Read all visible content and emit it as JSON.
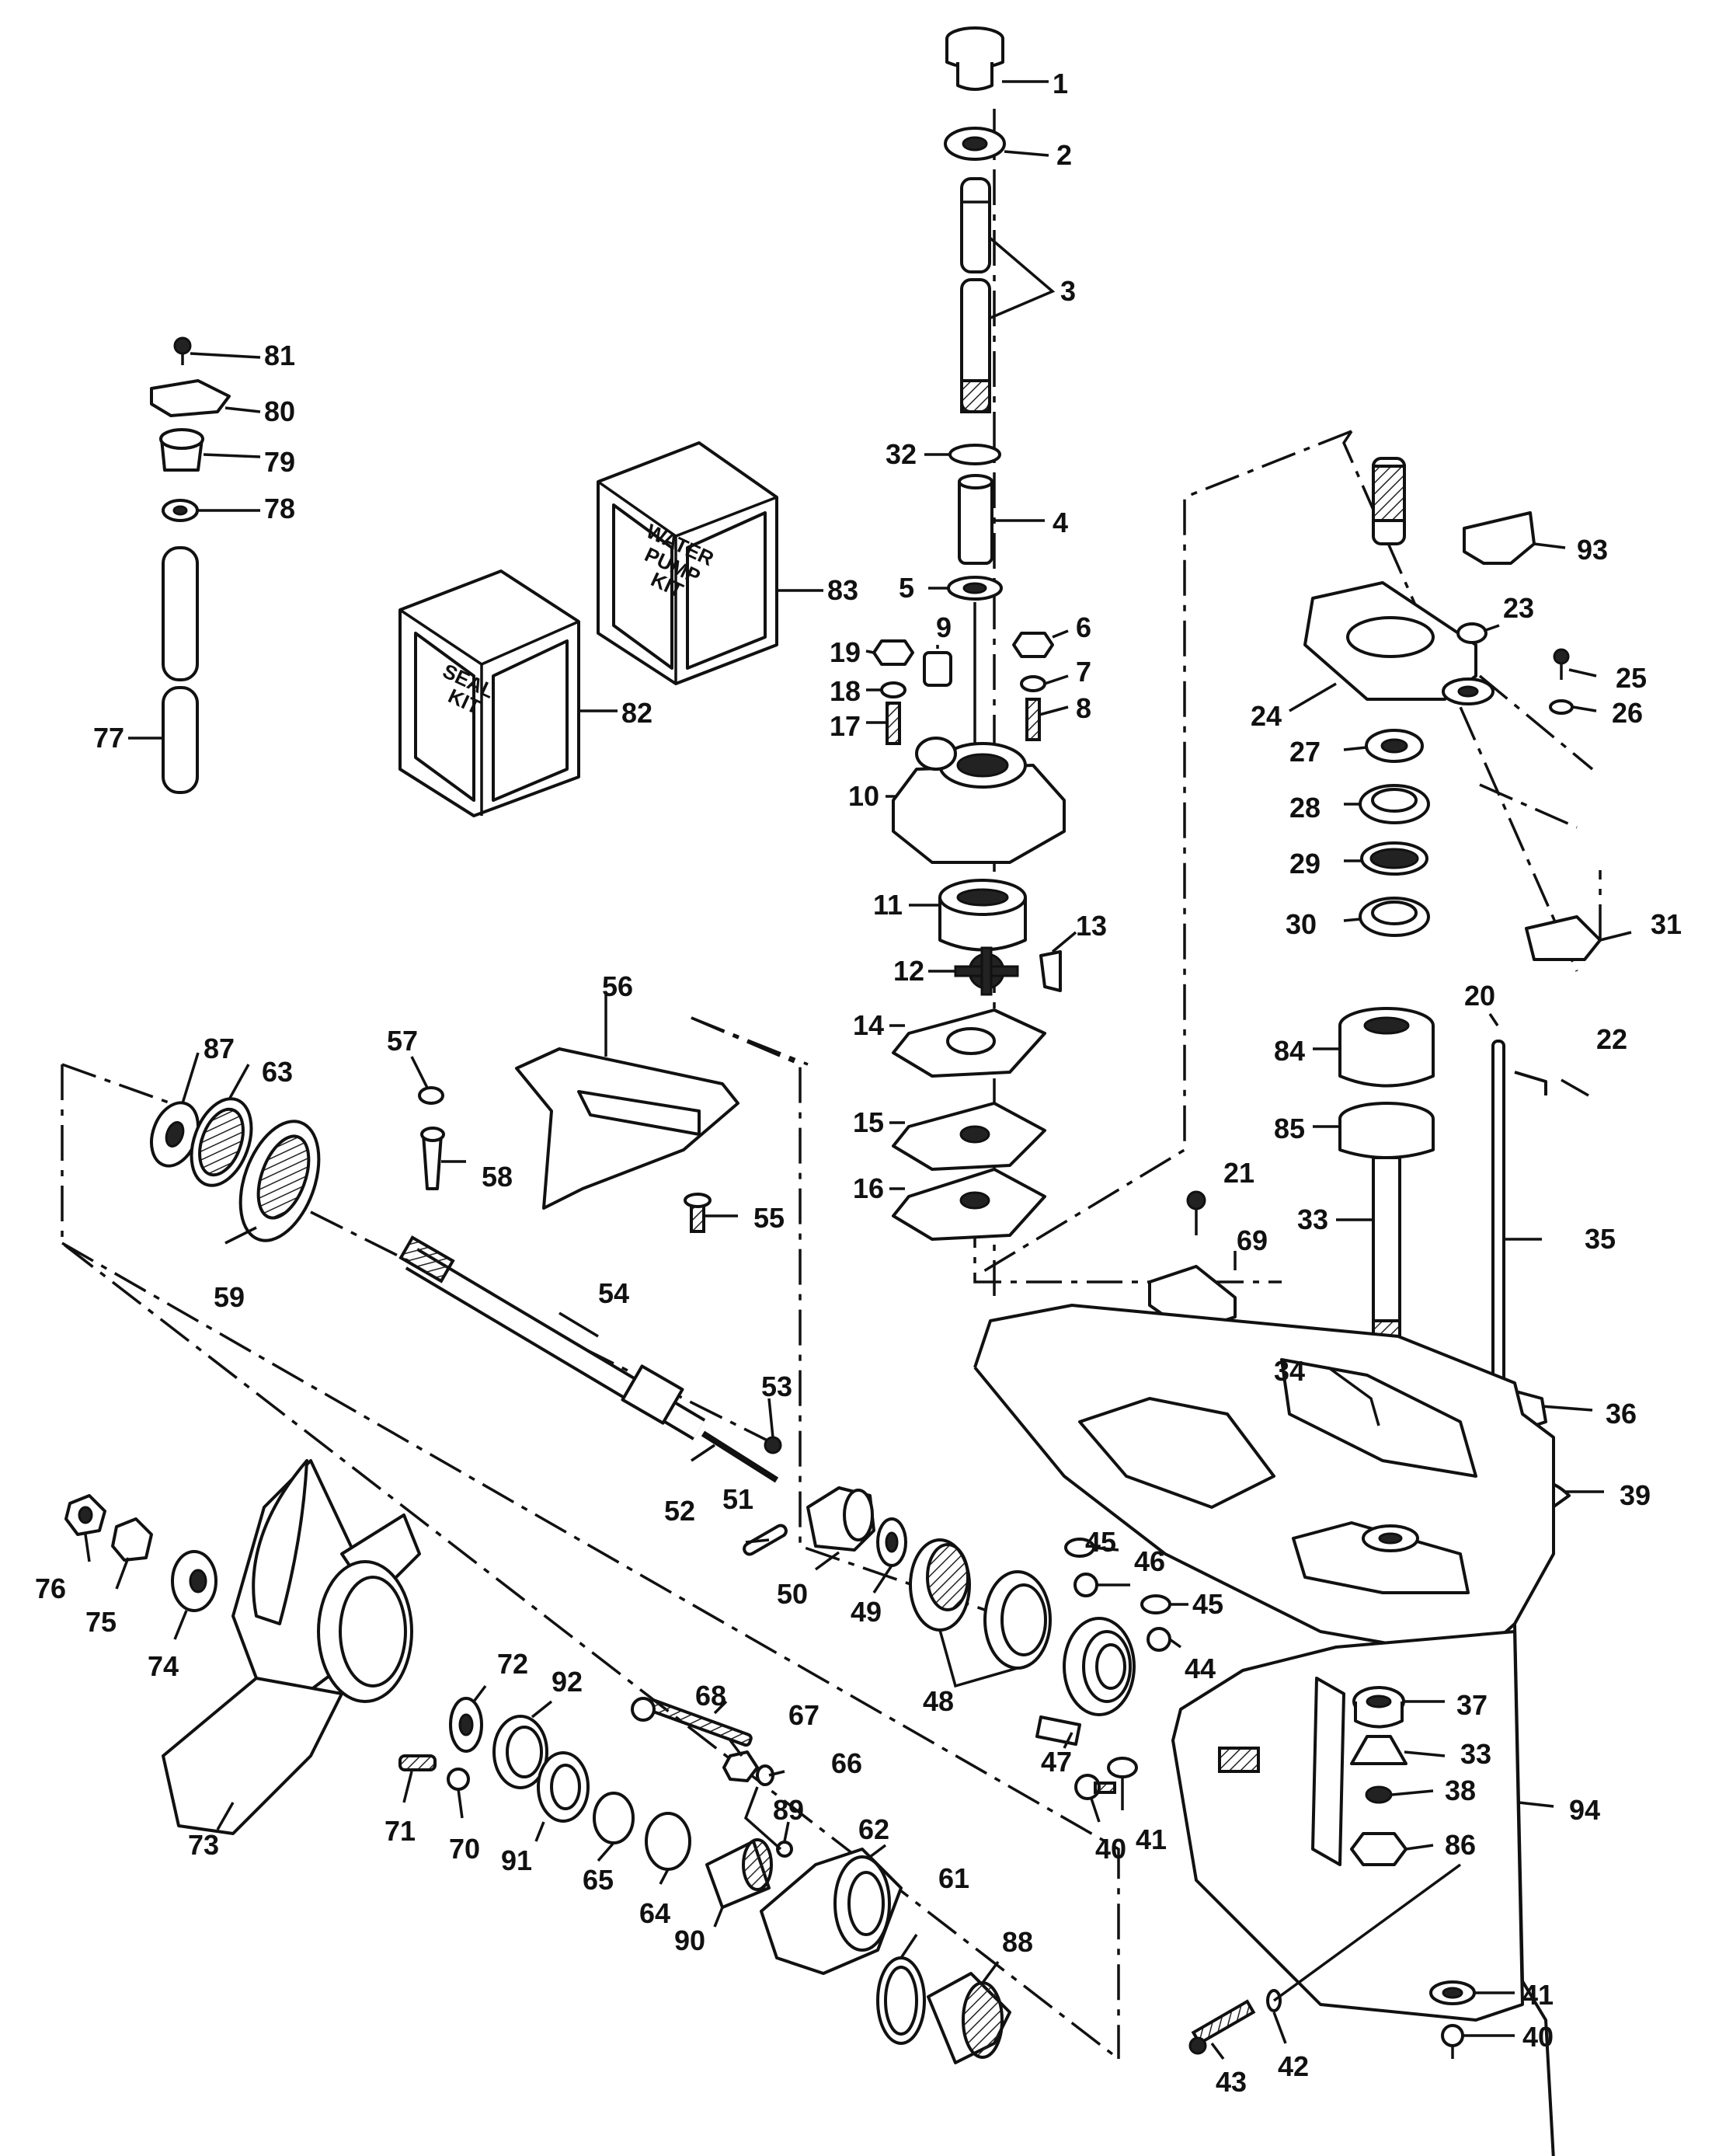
{
  "kits": {
    "water_pump_line1": "WATER",
    "water_pump_line2": "PUMP",
    "water_pump_line3": "KIT",
    "seal_line1": "SEAL",
    "seal_line2": "KIT"
  },
  "callouts": [
    "1",
    "2",
    "3",
    "4",
    "5",
    "6",
    "7",
    "8",
    "9",
    "10",
    "11",
    "12",
    "13",
    "14",
    "15",
    "16",
    "17",
    "18",
    "19",
    "20",
    "21",
    "22",
    "23",
    "24",
    "25",
    "26",
    "27",
    "28",
    "29",
    "30",
    "31",
    "32",
    "33",
    "34",
    "35",
    "36",
    "37",
    "33",
    "38",
    "39",
    "40",
    "41",
    "40",
    "41",
    "42",
    "43",
    "44",
    "45",
    "45",
    "46",
    "47",
    "48",
    "49",
    "50",
    "51",
    "52",
    "53",
    "54",
    "55",
    "56",
    "57",
    "58",
    "59",
    "61",
    "62",
    "63",
    "64",
    "65",
    "66",
    "67",
    "68",
    "69",
    "70",
    "71",
    "72",
    "73",
    "74",
    "75",
    "76",
    "77",
    "78",
    "79",
    "80",
    "81",
    "82",
    "83",
    "84",
    "85",
    "86",
    "87",
    "88",
    "89",
    "90",
    "91",
    "92",
    "93",
    "94"
  ]
}
